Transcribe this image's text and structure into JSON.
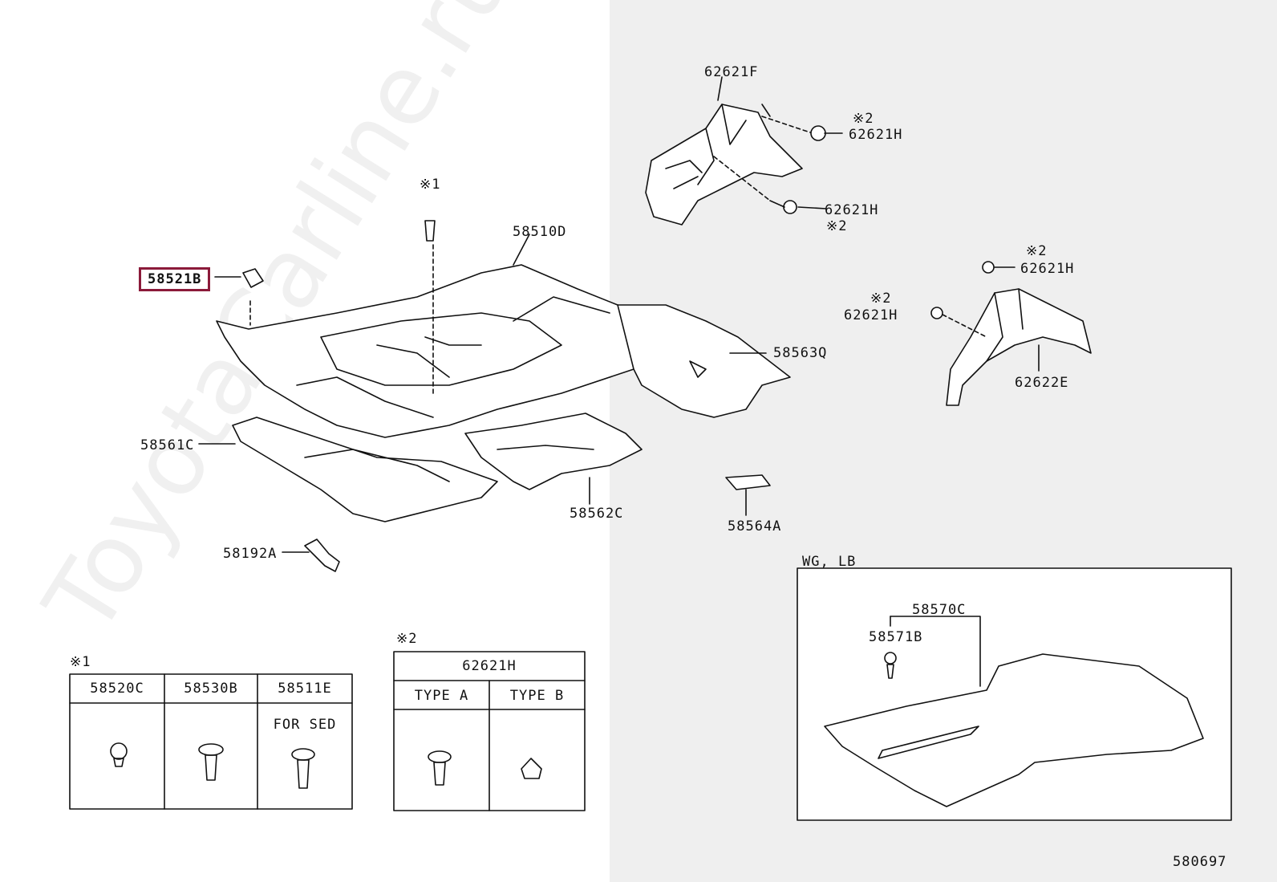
{
  "diagram_code": "580697",
  "watermark": "ToyotaCarline.ru",
  "selected_part": "58521B",
  "labels": {
    "p62621F": "62621F",
    "mark2_a": "※2",
    "p62621H_a": "62621H",
    "p62621H_b": "62621H",
    "mark2_b": "※2",
    "mark1_top": "※1",
    "p58510D": "58510D",
    "mark2_c": "※2",
    "p62621H_c": "62621H",
    "mark2_d": "※2",
    "p62621H_d": "62621H",
    "p58563Q": "58563Q",
    "p62622E": "62622E",
    "p58561C": "58561C",
    "p58562C": "58562C",
    "p58564A": "58564A",
    "p58192A": "58192A",
    "p58570C": "58570C",
    "p58571B": "58571B"
  },
  "inset": {
    "title": "WG, LB"
  },
  "table1": {
    "mark": "※1",
    "headers": [
      "58520C",
      "58530B",
      "58511E"
    ],
    "note": "FOR SED"
  },
  "table2": {
    "mark": "※2",
    "header": "62621H",
    "subheaders": [
      "TYPE A",
      "TYPE B"
    ]
  }
}
